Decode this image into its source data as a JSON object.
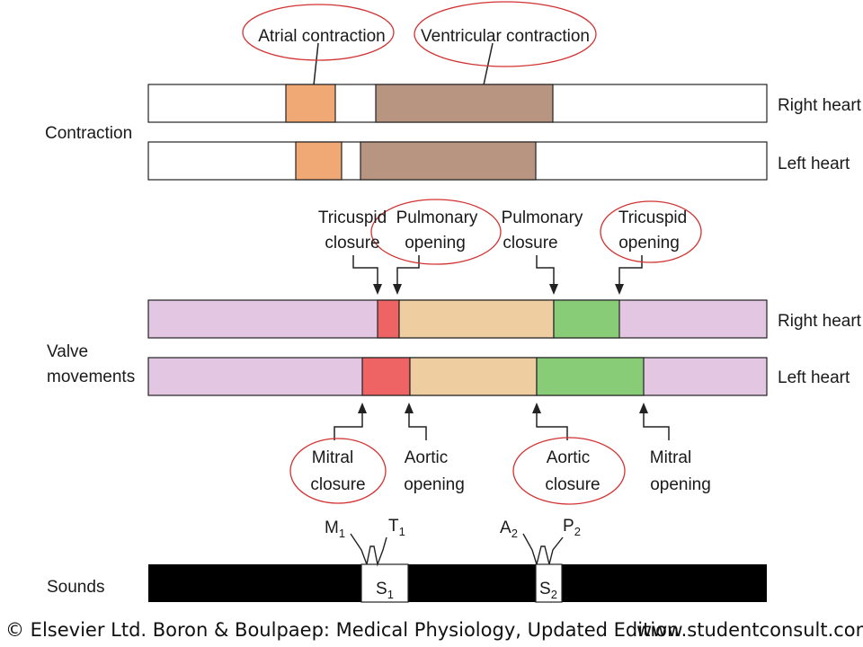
{
  "colors": {
    "atrial": "#f0a875",
    "ventricular": "#b89580",
    "valve_idle": "#e2c6e2",
    "closure": "#ee6363",
    "ejection": "#eecda0",
    "relaxation": "#88cc78",
    "highlight_ring": "#d23232",
    "sounds_bar": "#000000"
  },
  "contraction": {
    "label": "Contraction",
    "atrial_label": "Atrial contraction",
    "ventricular_label": "Ventricular contraction",
    "right_heart_label": "Right heart",
    "left_heart_label": "Left heart"
  },
  "valves": {
    "label_line1": "Valve",
    "label_line2": "movements",
    "right_heart_label": "Right heart",
    "left_heart_label": "Left heart",
    "tricuspid_closure": [
      "Tricuspid",
      "closure"
    ],
    "pulmonary_opening": [
      "Pulmonary",
      "opening"
    ],
    "pulmonary_closure": [
      "Pulmonary",
      "closure"
    ],
    "tricuspid_opening": [
      "Tricuspid",
      "opening"
    ],
    "mitral_closure": [
      "Mitral",
      "closure"
    ],
    "aortic_opening": [
      "Aortic",
      "opening"
    ],
    "aortic_closure": [
      "Aortic",
      "closure"
    ],
    "mitral_opening": [
      "Mitral",
      "opening"
    ]
  },
  "sounds": {
    "label": "Sounds",
    "s1": {
      "main": "S",
      "sub": "1"
    },
    "s2": {
      "main": "S",
      "sub": "2"
    },
    "m1": {
      "main": "M",
      "sub": "1"
    },
    "t1": {
      "main": "T",
      "sub": "1"
    },
    "a2": {
      "main": "A",
      "sub": "2"
    },
    "p2": {
      "main": "P",
      "sub": "2"
    }
  },
  "footer": {
    "citation": "© Elsevier Ltd. Boron & Boulpaep: Medical Physiology, Updated Edition",
    "url": "www.studentconsult.com"
  }
}
